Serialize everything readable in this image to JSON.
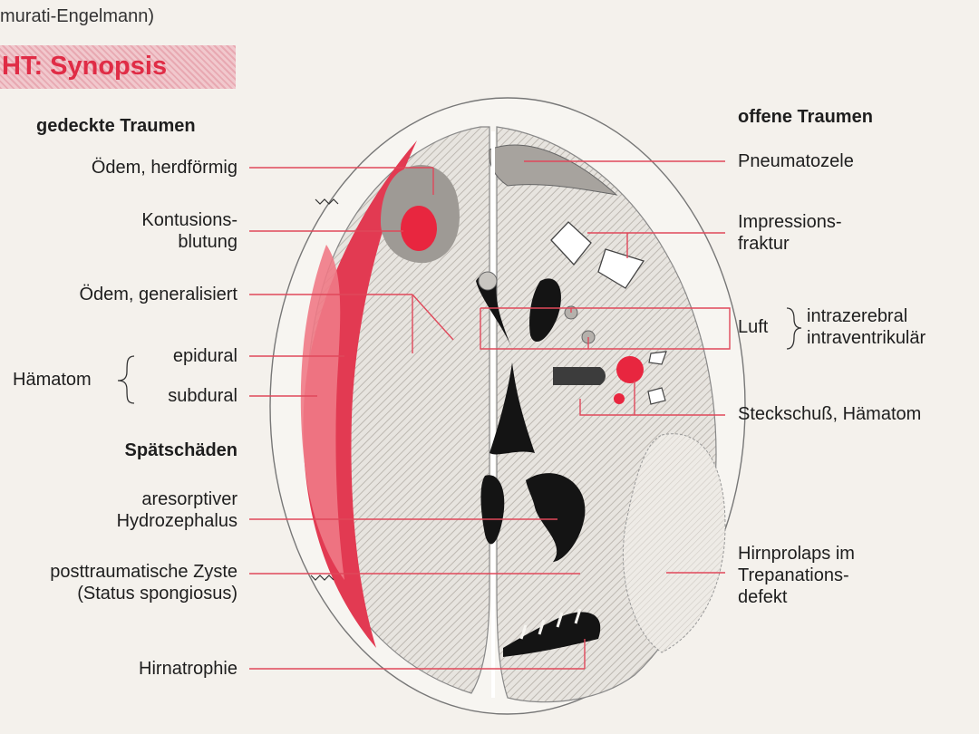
{
  "header": {
    "source": "murati-Engelmann)",
    "title": "HT: Synopsis"
  },
  "left": {
    "heading_closed": "gedeckte Traumen",
    "edema_focal": "Ödem, herdförmig",
    "contusion_1": "Kontusions-",
    "contusion_2": "blutung",
    "edema_general": "Ödem, generalisiert",
    "hematoma": "Hämatom",
    "epidural": "epidural",
    "subdural": "subdural",
    "heading_late": "Spätschäden",
    "hydro_1": "aresorptiver",
    "hydro_2": "Hydrozephalus",
    "cyst_1": "posttraumatische Zyste",
    "cyst_2": "(Status spongiosus)",
    "atrophy": "Hirnatrophie"
  },
  "right": {
    "heading_open": "offene Traumen",
    "pneumatocele": "Pneumatozele",
    "impression_1": "Impressions-",
    "impression_2": "fraktur",
    "air": "Luft",
    "intracerebral": "intrazerebral",
    "intraventricular": "intraventrikulär",
    "gunshot": "Steckschuß, Hämatom",
    "prolapse_1": "Hirnprolaps im",
    "prolapse_2": "Trepanations-",
    "prolapse_3": "defekt"
  },
  "colors": {
    "accent_red": "#e02c46",
    "lead_line": "#e0485a",
    "hatch_fill": "#d9d5d0",
    "ventricle": "#141414"
  }
}
